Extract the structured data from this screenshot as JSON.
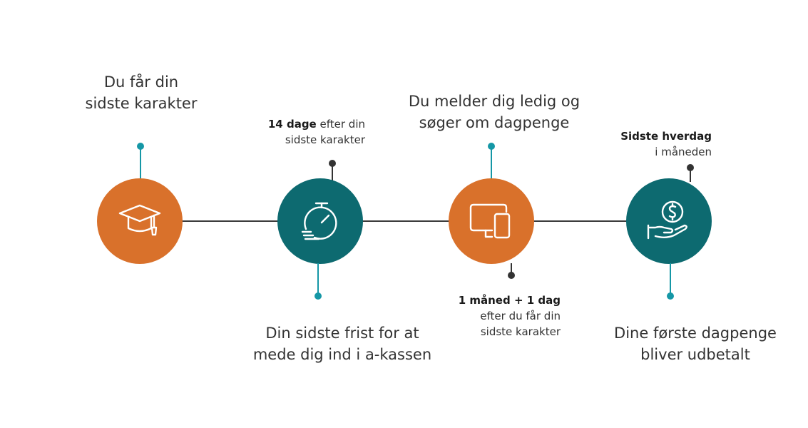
{
  "steps": [
    {
      "title_line1": "Du får din",
      "title_line2": "sidste karakter",
      "icon": "graduation-cap-icon",
      "color": "#D9712B"
    },
    {
      "title_line1": "Din sidste frist for at",
      "title_line2": "mede dig ind i a-kassen",
      "icon": "stopwatch-icon",
      "color": "#0D6A70",
      "note_bold": "14 dage",
      "note_rest": " efter din",
      "note_line2": "sidste karakter"
    },
    {
      "title_line1": "Du melder dig ledig og",
      "title_line2": "søger om dagpenge",
      "icon": "devices-icon",
      "color": "#D9712B",
      "note_bold": "1 måned + 1 dag",
      "note_line2": "efter du får din",
      "note_line3": "sidste karakter"
    },
    {
      "title_line1": "Dine første dagpenge",
      "title_line2": "bliver udbetalt",
      "icon": "hand-dollar-icon",
      "color": "#0D6A70",
      "note_bold": "Sidste hverdag",
      "note_line2": "i måneden"
    }
  ],
  "colors": {
    "orange": "#D9712B",
    "teal": "#0D6A70",
    "connector_teal": "#1597A6",
    "connector_dark": "#333333"
  }
}
